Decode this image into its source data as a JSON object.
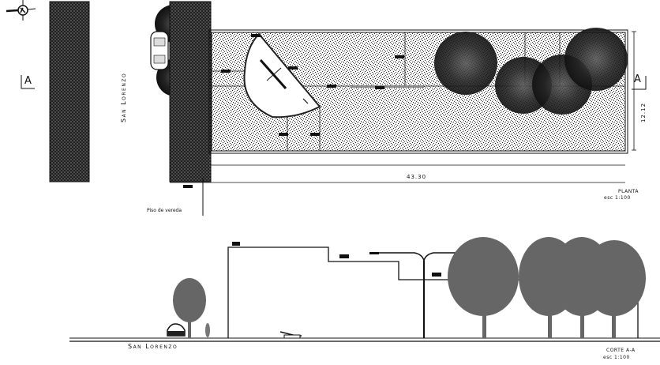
{
  "plan": {
    "street_label": "San Lorenzo",
    "section_marker_left": "A",
    "section_marker_right": "A",
    "dimension_length": "43.30",
    "dimension_width": "12.12",
    "sidewalk_note": "Piso de vereda",
    "title": "PLANTA",
    "scale": "esc 1:100"
  },
  "section": {
    "street_label": "San Lorenzo",
    "title": "CORTE A-A",
    "scale": "esc 1:100"
  },
  "icons": {
    "north_arrow": "north-arrow-icon"
  },
  "colors": {
    "ink": "#111111",
    "hatch": "#1a1a1a",
    "tree_gray": "#666666",
    "stipple": "#bdbdbd"
  }
}
